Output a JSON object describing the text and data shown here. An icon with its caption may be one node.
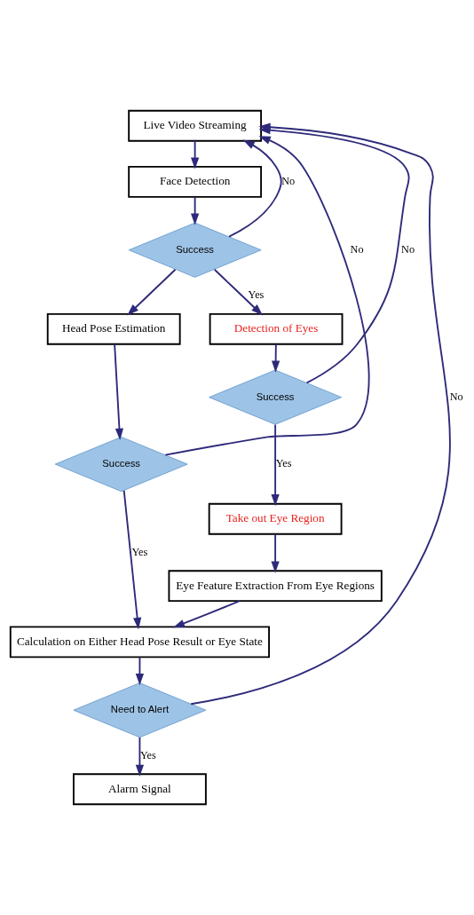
{
  "diagram": {
    "nodes": [
      {
        "text": [
          "Live Video Streaming"
        ]
      },
      {
        "text": [
          "Face Detection"
        ]
      },
      {
        "text": [
          "Success"
        ]
      },
      {
        "text": [
          "Head Pose Estimation"
        ]
      },
      {
        "text": [
          "Detection of Eyes"
        ]
      },
      {
        "text": [
          "Success"
        ]
      },
      {
        "text": [
          "Success"
        ]
      },
      {
        "text": [
          "Take out Eye Region"
        ]
      },
      {
        "text": [
          "Eye Feature Extraction From Eye Regions"
        ]
      },
      {
        "text": [
          "Calculation on Either Head Pose Result or Eye State"
        ]
      },
      {
        "text": [
          "Need to Alert"
        ]
      },
      {
        "text": [
          "Alarm Signal"
        ]
      }
    ],
    "edges": [
      {
        "from": 0,
        "to": 1,
        "arrow": "to"
      },
      {
        "from": 1,
        "to": 2,
        "arrow": "to"
      },
      {
        "from": 2,
        "to": 3,
        "arrow": "to"
      },
      {
        "from": 2,
        "to": 4,
        "arrow": "to",
        "label": "Yes"
      },
      {
        "from": 2,
        "to": 0,
        "arrow": "to",
        "label": "No"
      },
      {
        "from": 3,
        "to": 5,
        "arrow": "to"
      },
      {
        "from": 5,
        "to": 0,
        "arrow": "to",
        "label": "No"
      },
      {
        "from": 5,
        "to": 9,
        "arrow": "to",
        "label": "Yes"
      },
      {
        "from": 4,
        "to": 6,
        "arrow": "to"
      },
      {
        "from": 6,
        "to": 7,
        "arrow": "to",
        "label": "Yes"
      },
      {
        "from": 6,
        "to": 0,
        "arrow": "to",
        "label": "No"
      },
      {
        "from": 7,
        "to": 8,
        "arrow": "to"
      },
      {
        "from": 8,
        "to": 9,
        "arrow": "to"
      },
      {
        "from": 9,
        "to": 10,
        "arrow": "to"
      },
      {
        "from": 10,
        "to": 11,
        "arrow": "to",
        "label": "Yes"
      },
      {
        "from": 10,
        "to": 0,
        "arrow": "to",
        "label": "No"
      }
    ]
  }
}
